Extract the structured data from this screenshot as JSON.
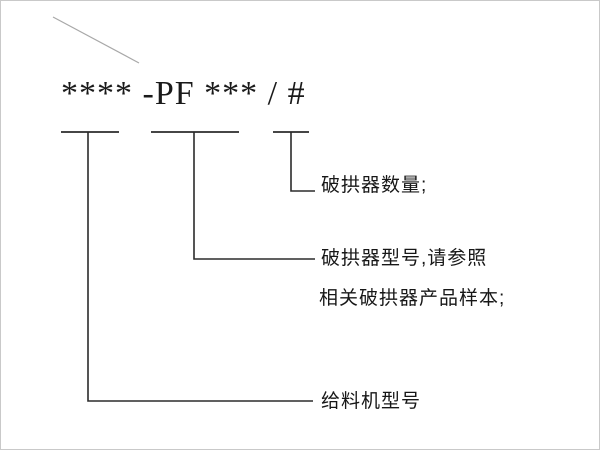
{
  "diagram": {
    "title_code": "**** -PF *** / #",
    "labels": {
      "breaker_count": "破拱器数量;",
      "breaker_model_line1": "破拱器型号,请参照",
      "breaker_model_line2": "相关破拱器产品样本;",
      "feeder_model": "给料机型号"
    },
    "colors": {
      "line": "#2b2b2b",
      "artifact": "#a8a8a8",
      "text": "#171717",
      "background": "#ffffff"
    }
  }
}
